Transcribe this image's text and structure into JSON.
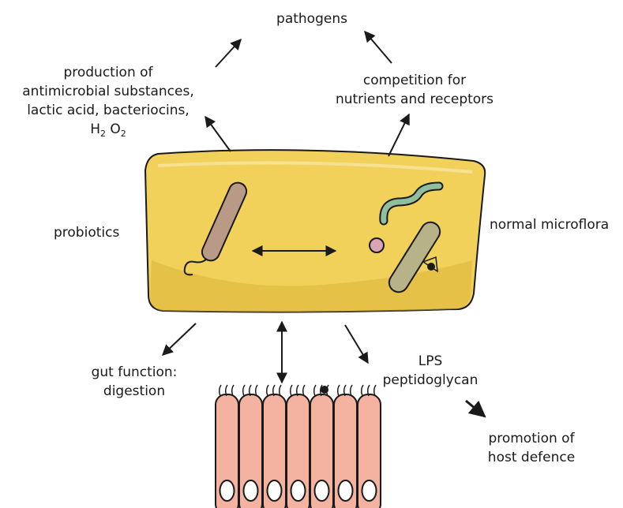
{
  "labels": {
    "pathogens": "pathogens",
    "production": [
      "production of",
      "antimicrobial substances,",
      "lactic acid, bacteriocins,"
    ],
    "h2o2": {
      "h": "H",
      "h_sub": "2",
      "o": " O",
      "o_sub": "2"
    },
    "competition": [
      "competition for",
      "nutrients and receptors"
    ],
    "probiotics": "probiotics",
    "normal_microflora": "normal microflora",
    "gut_function": [
      "gut function:",
      "digestion"
    ],
    "lps": [
      "LPS",
      "peptidoglycan"
    ],
    "host_defence": [
      "promotion of",
      "host defence"
    ]
  },
  "colors": {
    "gut_body": "#f2d15a",
    "gut_shade": "#dcb43a",
    "probiotic_rod": "#b99a86",
    "microflora_rod": "#b7b287",
    "spiral": "#8fbf9f",
    "coccus": "#d9a4b8",
    "epithelium": "#f3b3a0",
    "outline": "#1a1a1a"
  }
}
